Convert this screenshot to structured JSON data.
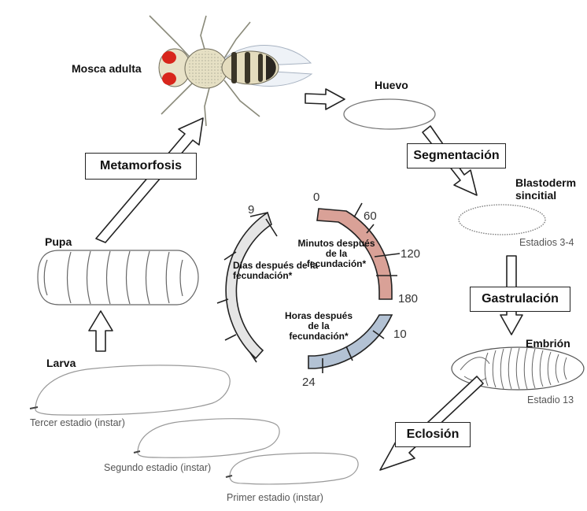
{
  "stages": {
    "adult": "Mosca adulta",
    "egg": "Huevo",
    "blastoderm_1": "Blastoderm",
    "blastoderm_2": "sincitial",
    "blastoderm_sub": "Estadios 3-4",
    "embryo": "Embrión",
    "embryo_sub": "Estadio 13",
    "pupa": "Pupa",
    "larva": "Larva",
    "larva_third": "Tercer estadio (instar)",
    "larva_second": "Segundo estadio (instar)",
    "larva_first": "Primer estadio (instar)"
  },
  "processes": {
    "segmentation": "Segmentación",
    "gastrulation": "Gastrulación",
    "eclosion": "Eclosión",
    "metamorphosis": "Metamorfosis"
  },
  "timeline": {
    "minutes_label": "Minutos después de la fecundación*",
    "hours_label": "Horas después de la fecundación*",
    "days_label": "Días después de la fecundación*",
    "ticks": {
      "min_0": "0",
      "min_60": "60",
      "min_120": "120",
      "min_180": "180",
      "hours_10": "10",
      "hours_24": "24",
      "days_9": "9"
    }
  },
  "colors": {
    "minutes_arc": "#d9a197",
    "hours_arc": "#b3c2d4",
    "days_arc": "#e5e5e5",
    "fly_eye": "#d8261c",
    "outline": "#222222"
  }
}
